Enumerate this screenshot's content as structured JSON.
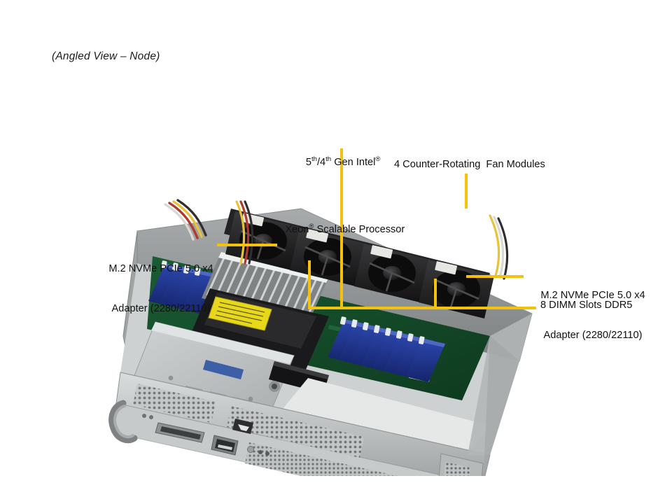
{
  "caption": "(Angled View – Node)",
  "accent_color": "#F2C20C",
  "callouts": {
    "cpu": {
      "line1_prefix": "5",
      "line1_sup1": "th",
      "line1_mid": "/4",
      "line1_sup2": "th",
      "line1_suffix": " Gen Intel",
      "line1_sup3": "®",
      "line2_prefix": "Xeon",
      "line2_sup": "®",
      "line2_suffix": " Scalable Processor"
    },
    "fans": {
      "text": "4 Counter-Rotating  Fan Modules"
    },
    "m2_left": {
      "line1": "M.2 NVMe PCIe 5.0 x4",
      "line2": "Adapter (2280/22110)"
    },
    "m2_right": {
      "line1": "M.2 NVMe PCIe 5.0 x4",
      "line2": "Adapter (2280/22110)"
    },
    "dimm": {
      "text": "8 DIMM Slots DDR5"
    }
  },
  "hardware": {
    "product_type": "1U server node",
    "fan_count": 4,
    "dimm_slot_count": 8,
    "cpu_label_color": "#E8D81C",
    "chassis_color": "#b9bcbd",
    "motherboard_color": "#14482a",
    "dimm_slot_color": "#1d2f86"
  }
}
